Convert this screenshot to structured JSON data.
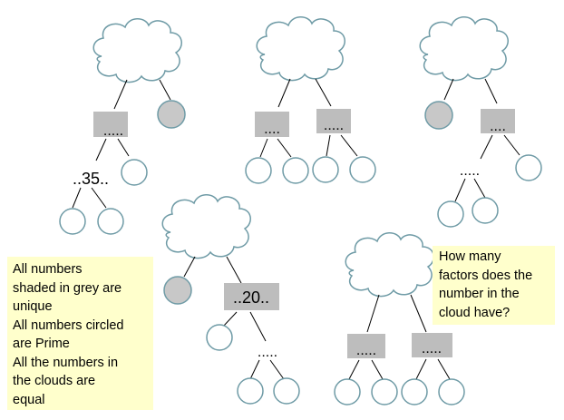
{
  "colors": {
    "cloud_stroke": "#6f9ba6",
    "circle_stroke": "#6f9ba6",
    "grey_fill": "#c8c8c8",
    "box_fill": "#bdbdbd",
    "line": "#000000",
    "note_fill": "#ffffcc"
  },
  "puzzle1": {
    "box_label": ".....",
    "number_label": "..35.."
  },
  "puzzle2": {
    "box_left_label": "....",
    "box_right_label": "....."
  },
  "puzzle3": {
    "box_label": "....",
    "dots_label": "....."
  },
  "puzzle4": {
    "box_label": "..20..",
    "dots_label": "....."
  },
  "puzzle5": {
    "box_left_label": ".....",
    "box_right_label": "....."
  },
  "rules_note": {
    "lines": [
      "All numbers",
      "shaded in grey are",
      "unique",
      "All numbers circled",
      "are Prime",
      "All the numbers in",
      "the clouds are",
      "equal"
    ]
  },
  "question_note": {
    "lines": [
      "How many",
      "factors does the",
      "number in the",
      "cloud have?"
    ]
  }
}
